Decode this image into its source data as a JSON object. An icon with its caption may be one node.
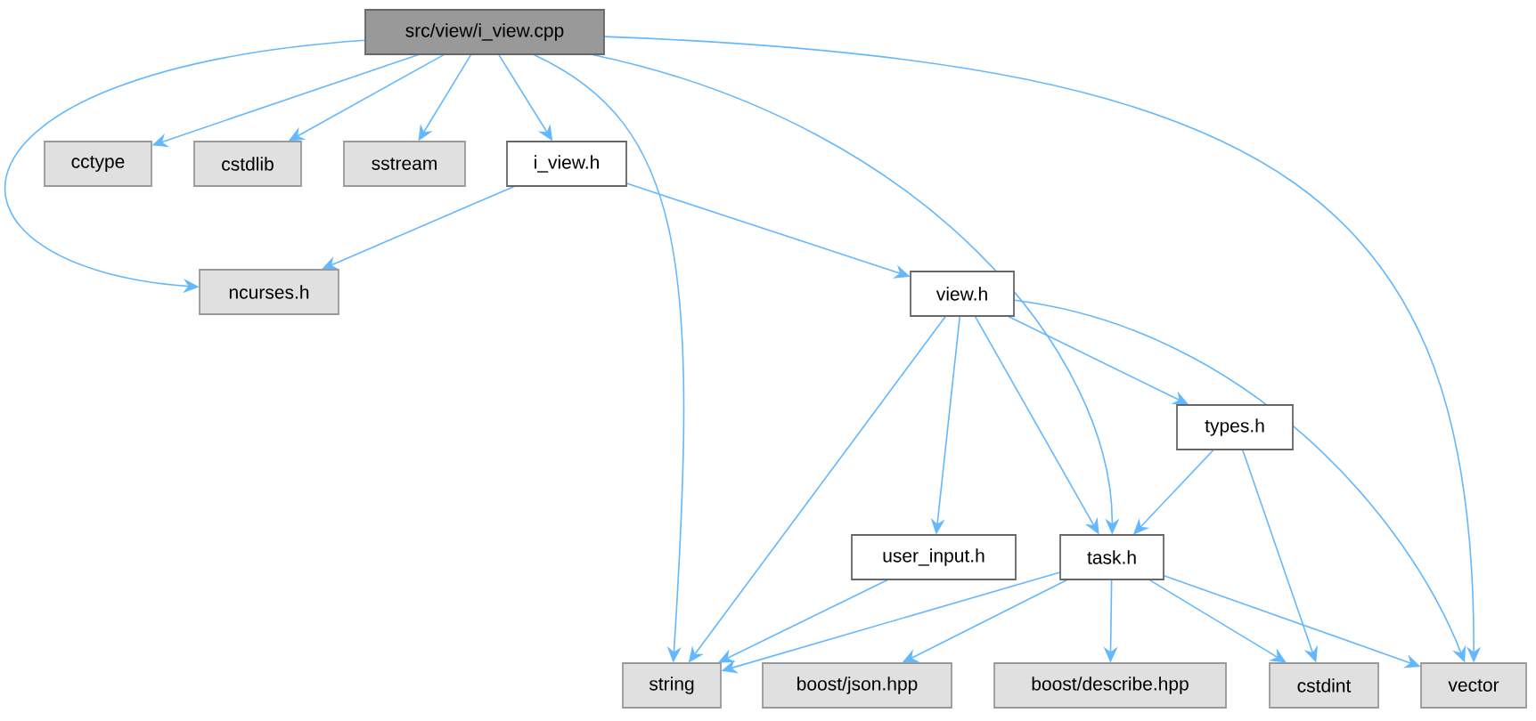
{
  "diagram": {
    "nodes": [
      {
        "text": [
          "src/view/i_view.cpp"
        ]
      },
      {
        "text": [
          "ncurses.h"
        ]
      },
      {
        "text": [
          "cctype"
        ]
      },
      {
        "text": [
          "cstdlib"
        ]
      },
      {
        "text": [
          "sstream"
        ]
      },
      {
        "text": [
          "i_view.h"
        ]
      },
      {
        "text": [
          "string"
        ]
      },
      {
        "text": [
          "task.h"
        ]
      },
      {
        "text": [
          "vector"
        ]
      },
      {
        "text": [
          "view.h"
        ]
      },
      {
        "text": [
          "types.h"
        ]
      },
      {
        "text": [
          "user_input.h"
        ]
      },
      {
        "text": [
          "boost/json.hpp"
        ]
      },
      {
        "text": [
          "boost/describe.hpp"
        ]
      },
      {
        "text": [
          "cstdint"
        ]
      }
    ],
    "edges": [
      {
        "from": 0,
        "to": 1,
        "arrow": "to"
      },
      {
        "from": 0,
        "to": 2,
        "arrow": "to"
      },
      {
        "from": 0,
        "to": 3,
        "arrow": "to"
      },
      {
        "from": 0,
        "to": 4,
        "arrow": "to"
      },
      {
        "from": 0,
        "to": 5,
        "arrow": "to"
      },
      {
        "from": 0,
        "to": 6,
        "arrow": "to"
      },
      {
        "from": 0,
        "to": 7,
        "arrow": "to"
      },
      {
        "from": 0,
        "to": 8,
        "arrow": "to"
      },
      {
        "from": 5,
        "to": 1,
        "arrow": "to"
      },
      {
        "from": 5,
        "to": 9,
        "arrow": "to"
      },
      {
        "from": 9,
        "to": 6,
        "arrow": "to"
      },
      {
        "from": 9,
        "to": 11,
        "arrow": "to"
      },
      {
        "from": 9,
        "to": 7,
        "arrow": "to"
      },
      {
        "from": 9,
        "to": 10,
        "arrow": "to"
      },
      {
        "from": 9,
        "to": 8,
        "arrow": "to"
      },
      {
        "from": 10,
        "to": 7,
        "arrow": "to"
      },
      {
        "from": 10,
        "to": 14,
        "arrow": "to"
      },
      {
        "from": 11,
        "to": 6,
        "arrow": "to"
      },
      {
        "from": 7,
        "to": 6,
        "arrow": "to"
      },
      {
        "from": 7,
        "to": 12,
        "arrow": "to"
      },
      {
        "from": 7,
        "to": 13,
        "arrow": "to"
      },
      {
        "from": 7,
        "to": 14,
        "arrow": "to"
      },
      {
        "from": 7,
        "to": 8,
        "arrow": "to"
      }
    ]
  }
}
